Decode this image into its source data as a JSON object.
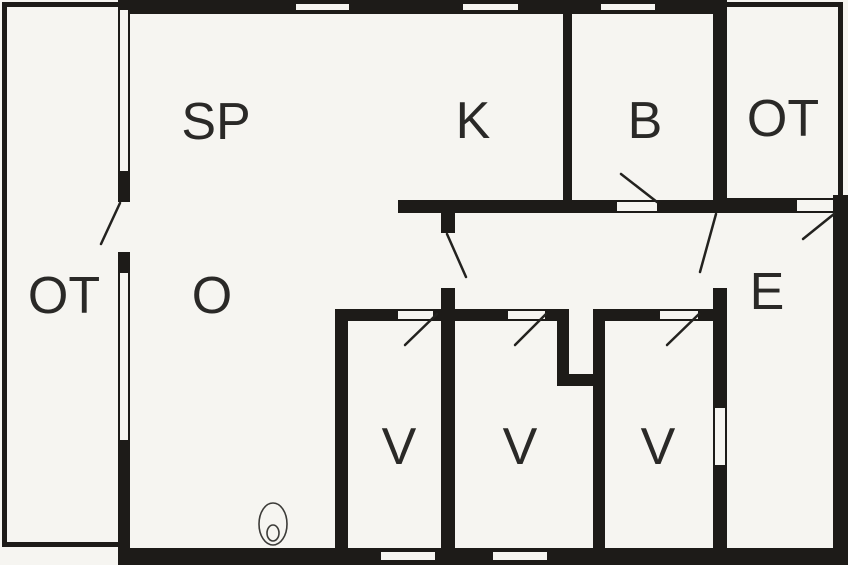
{
  "rooms": {
    "sp": "SP",
    "k": "K",
    "b": "B",
    "ot_top_right": "OT",
    "ot_left": "OT",
    "o": "O",
    "e": "E",
    "v1": "V",
    "v2": "V",
    "v3": "V"
  },
  "colors": {
    "wall": "#1d1b18",
    "background": "#f6f5f1",
    "label": "#2a2927"
  }
}
